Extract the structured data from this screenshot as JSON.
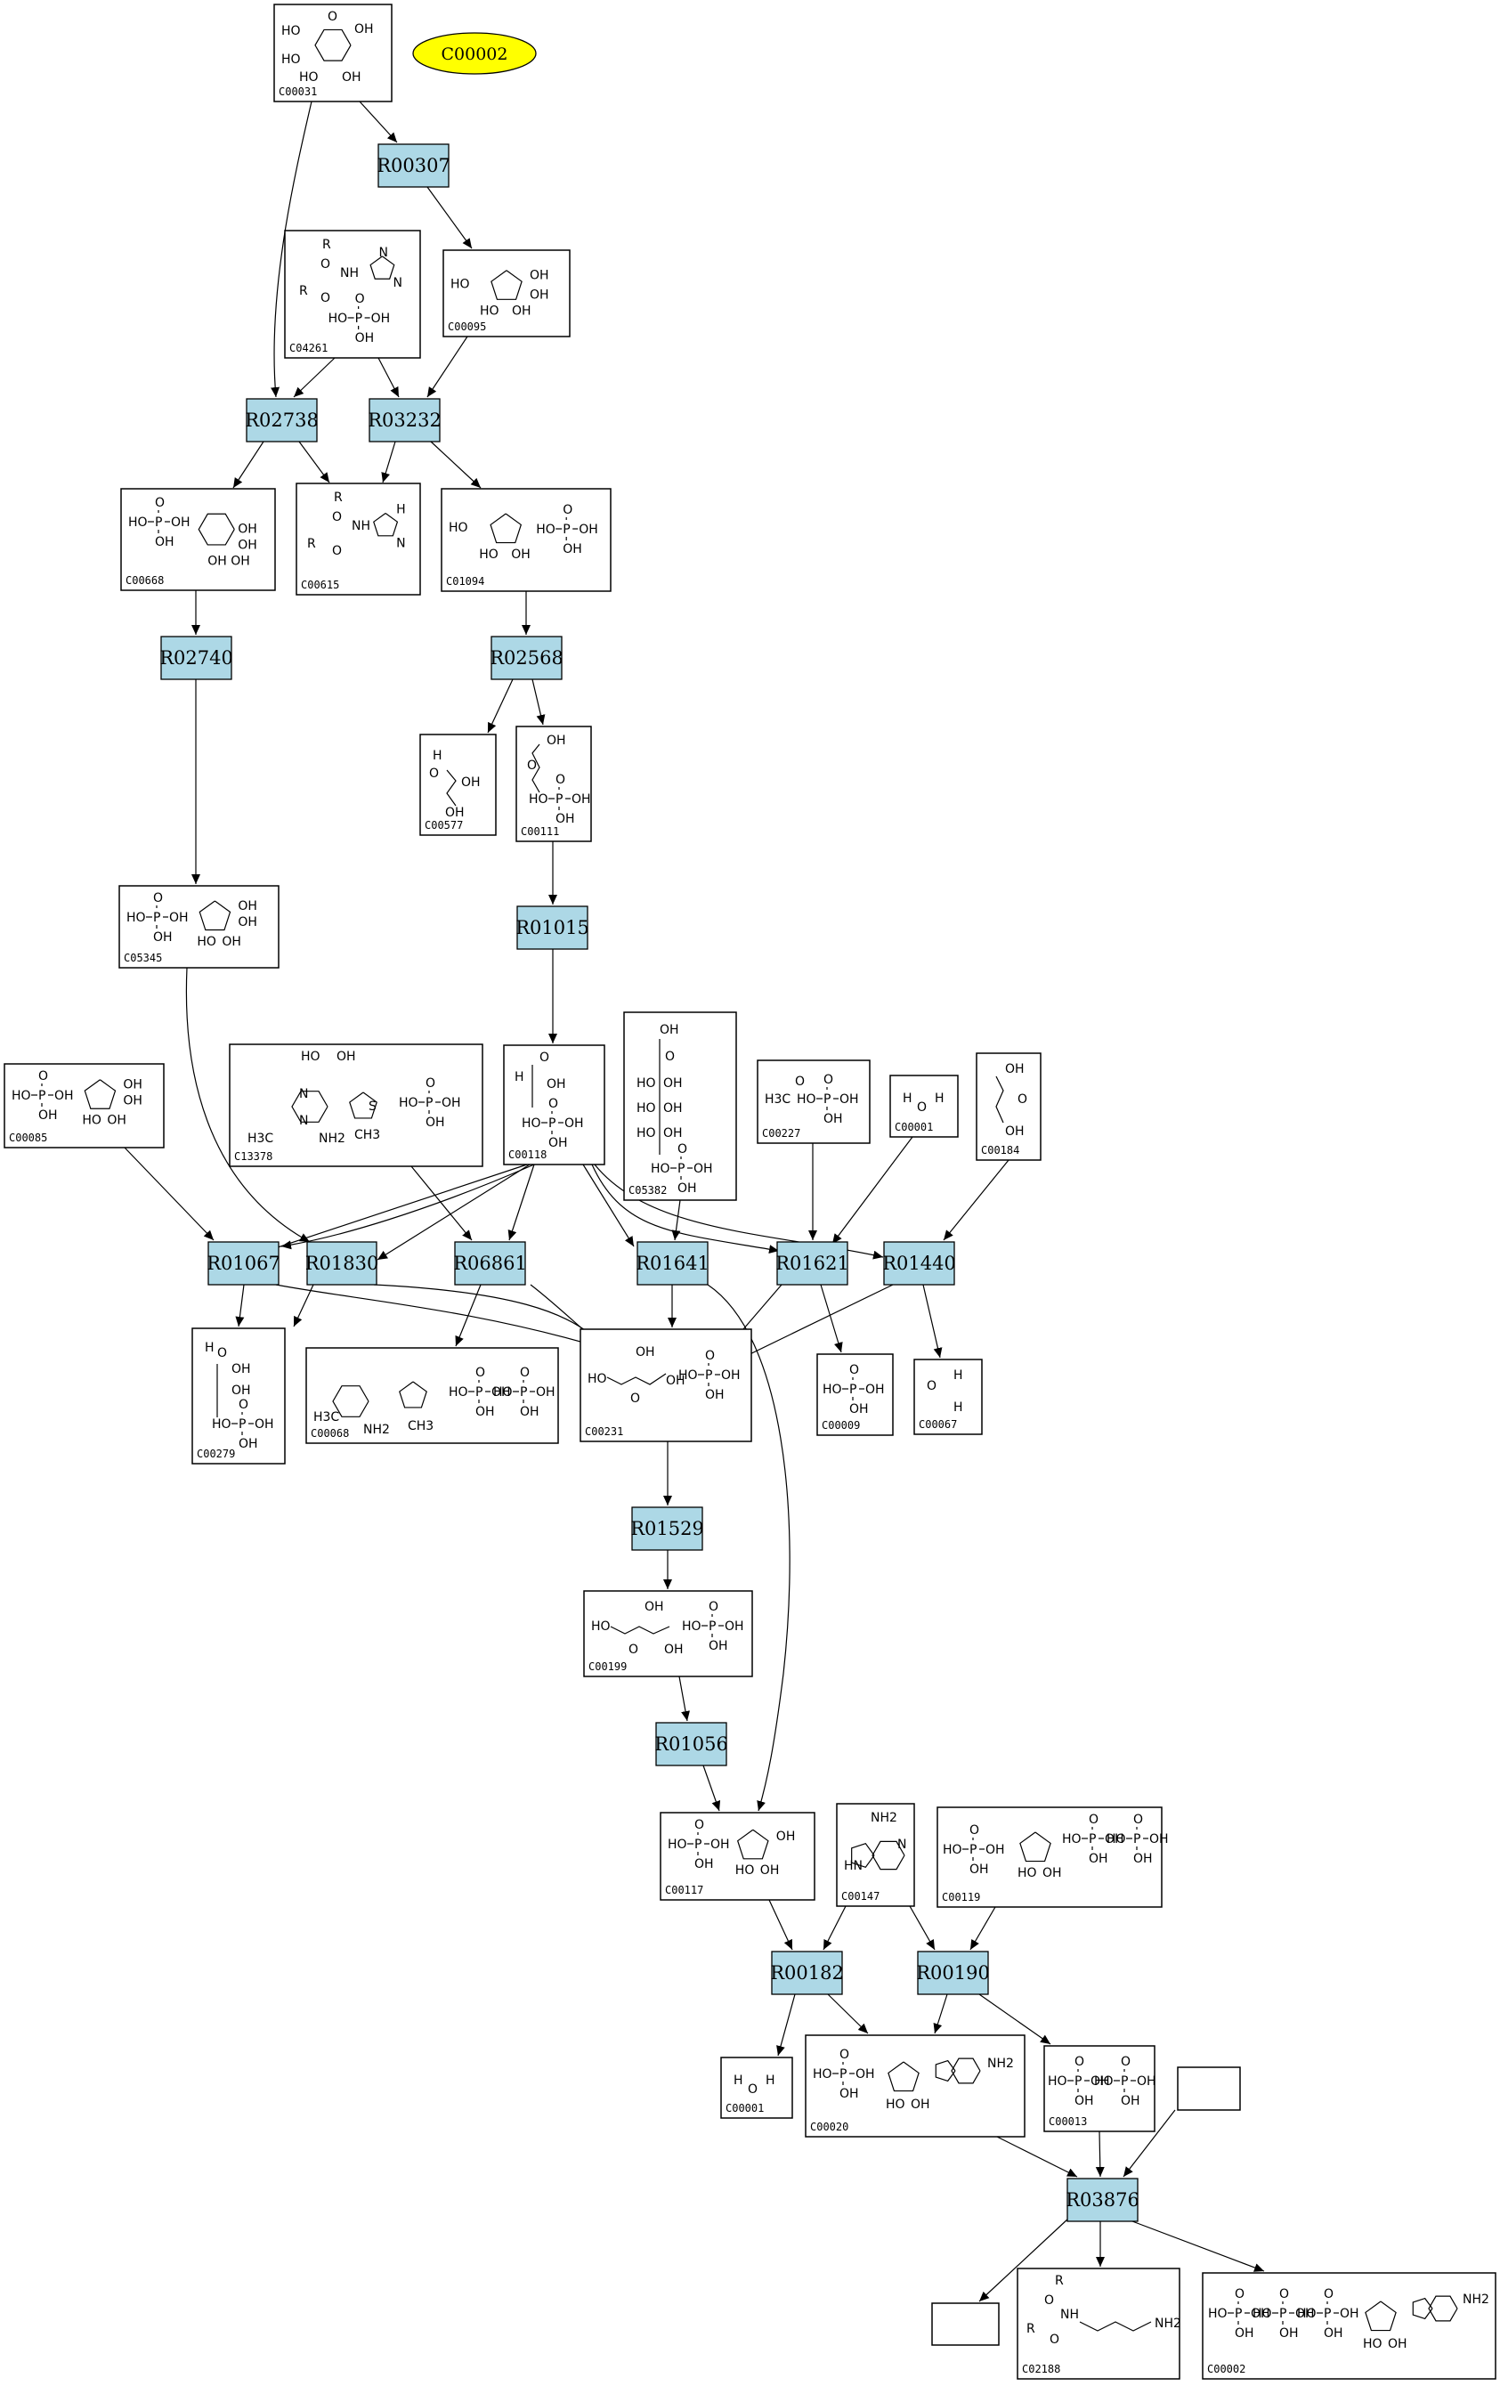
{
  "highlight": {
    "label": "C00002",
    "color": "#ffff00"
  },
  "colors": {
    "reaction_fill": "#add8e6",
    "compound_fill": "#ffffff",
    "highlight_fill": "#ffff00"
  },
  "reactions": [
    "R00307",
    "R02738",
    "R03232",
    "R02740",
    "R02568",
    "R01015",
    "R01067",
    "R01830",
    "R06861",
    "R01641",
    "R01621",
    "R01440",
    "R01529",
    "R01056",
    "R00182",
    "R00190",
    "R03876"
  ],
  "compounds": [
    "C00031",
    "C00095",
    "C04261",
    "C00668",
    "C00615",
    "C01094",
    "C00577",
    "C00111",
    "C05345",
    "C00085",
    "C13378",
    "C00118",
    "C05382",
    "C00227",
    "C00001",
    "C00184",
    "C00279",
    "C00068",
    "C00231",
    "C00009",
    "C00067",
    "C00199",
    "C00117",
    "C00147",
    "C00119",
    "C00001",
    "C00020",
    "C00013",
    "",
    "",
    "C02188",
    "C00002"
  ],
  "atom_labels": {
    "oh": "OH",
    "ho": "HO",
    "o": "O",
    "p": "P",
    "ch3": "CH3",
    "h3c": "H3C",
    "h": "H",
    "r": "R",
    "n": "N",
    "nh": "NH",
    "nh2": "NH2",
    "hn": "HN",
    "s": "S"
  }
}
